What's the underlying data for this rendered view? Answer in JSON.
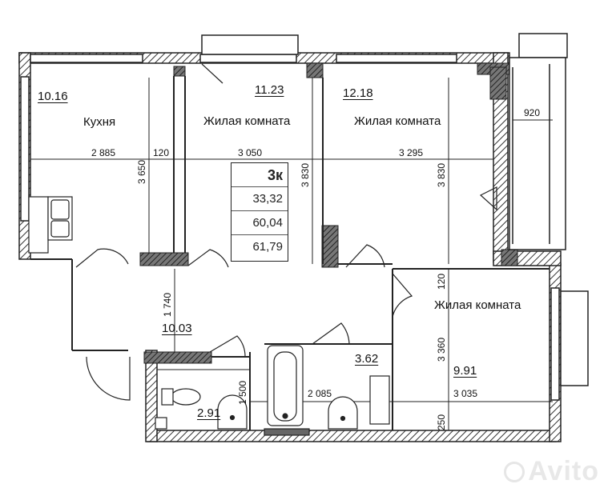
{
  "rooms": {
    "kitchen": {
      "area": "10.16",
      "name": "Кухня"
    },
    "living1": {
      "area": "11.23",
      "name": "Жилая комната"
    },
    "living2": {
      "area": "12.18",
      "name": "Жилая комната"
    },
    "living3": {
      "area": "9.91",
      "name": "Жилая комната"
    },
    "hall": {
      "area": "10.03"
    },
    "toilet": {
      "area": "2.91"
    },
    "bath": {
      "area": "3.62"
    }
  },
  "dimensions": {
    "kitchen_w": "2 885",
    "gap_120a": "120",
    "living1_w": "3 050",
    "living2_w": "3 295",
    "balcony_w": "920",
    "living3_w": "3 035",
    "bath_w": "2 085",
    "kitchen_h": "3 650",
    "living1_h": "3 830",
    "living2_h": "3 830",
    "hall_h": "1 740",
    "living3_h": "3 360",
    "gap_120b": "120",
    "toilet_h": "1 500",
    "gap_250": "250"
  },
  "legend": {
    "type": "3к",
    "living": "33,32",
    "total": "60,04",
    "total_balcony": "61,79"
  },
  "watermark": "Avito"
}
